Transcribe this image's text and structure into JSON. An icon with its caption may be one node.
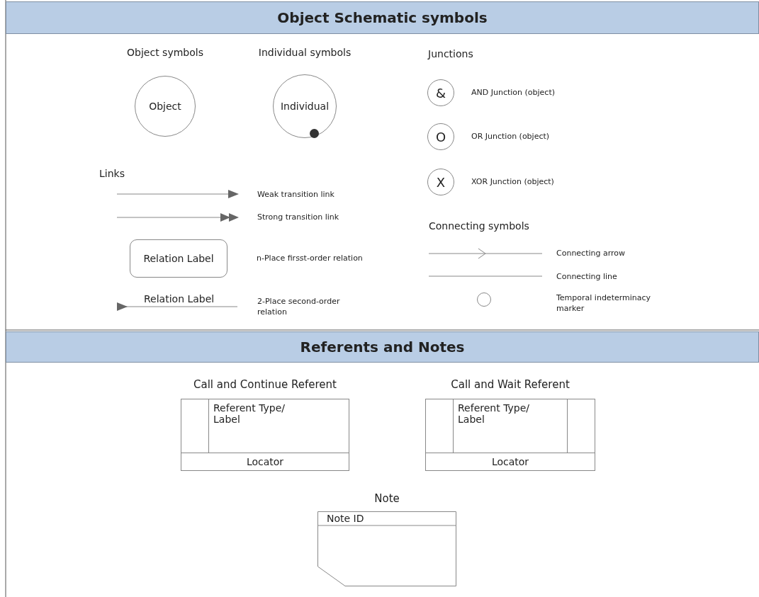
{
  "diagram": {
    "nodes": [
      {
        "text": [
          "Object Schematic symbols"
        ]
      },
      {
        "text": [
          "Object symbols",
          "Object"
        ]
      },
      {
        "text": [
          "Individual symbols",
          "Individual"
        ]
      },
      {
        "text": [
          "&"
        ],
        "beside": [
          "AND Junction (object)"
        ]
      },
      {
        "text": [
          "O"
        ],
        "beside": [
          "OR Junction (object)"
        ]
      },
      {
        "text": [
          "X"
        ],
        "beside": [
          "XOR Junction (object)"
        ]
      },
      {
        "text": [
          "Relation Label"
        ],
        "beside": [
          "n-Place firsst-order relation"
        ]
      },
      {
        "text": [],
        "shape": "circle"
      },
      {
        "text": [
          "Referents and Notes"
        ]
      },
      {
        "text": [
          "Call and Continue Referent",
          "Referent Type/ Label",
          "Locator"
        ]
      },
      {
        "text": [
          "Call and Wait Referent",
          "Referent Type/ Label",
          "Locator"
        ]
      },
      {
        "text": [
          "Note",
          "Note ID"
        ]
      }
    ],
    "labels": [
      "Junctions",
      "Links",
      "Weak transition link",
      "Strong transition link",
      "Connecting symbols",
      "Connecting arrow",
      "Connecting line",
      "Relation Label",
      "2-Place second-order relation",
      "Temporal indeterminacy marker"
    ]
  }
}
